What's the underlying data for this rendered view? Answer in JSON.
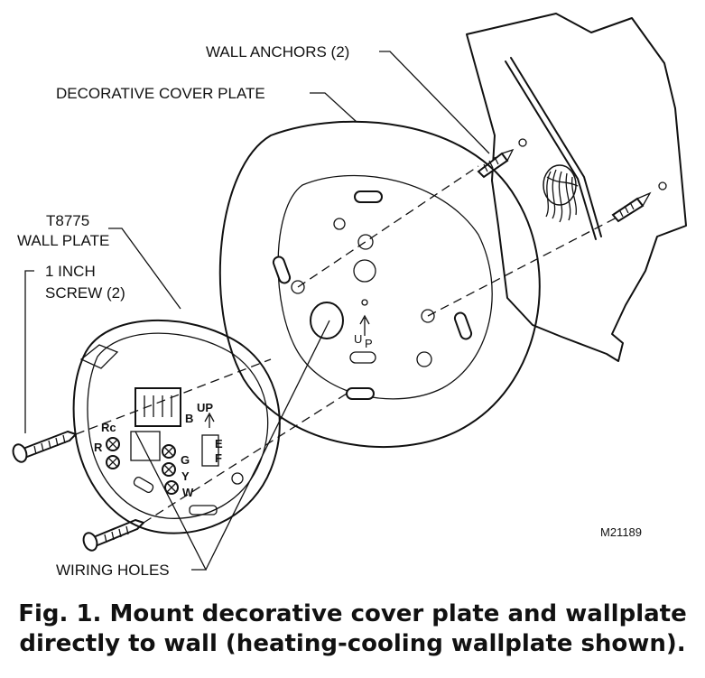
{
  "labels": {
    "wall_anchors": "WALL ANCHORS (2)",
    "cover_plate": "DECORATIVE COVER PLATE",
    "wall_plate_line1": "T8775",
    "wall_plate_line2": "WALL PLATE",
    "screw_line1": "1 INCH",
    "screw_line2": "SCREW (2)",
    "wiring_holes": "WIRING HOLES",
    "figure_code": "M21189"
  },
  "cover_plate_marks": {
    "up_letter_u": "U",
    "up_letter_p": "P"
  },
  "terminals": {
    "rc": "Rc",
    "r": "R",
    "g": "G",
    "y": "Y",
    "w": "W",
    "b": "B",
    "e": "E",
    "f": "F",
    "up": "UP"
  },
  "caption": {
    "line1": "Fig. 1. Mount decorative cover plate and wallplate",
    "line2": "directly to wall (heating-cooling wallplate shown)."
  }
}
